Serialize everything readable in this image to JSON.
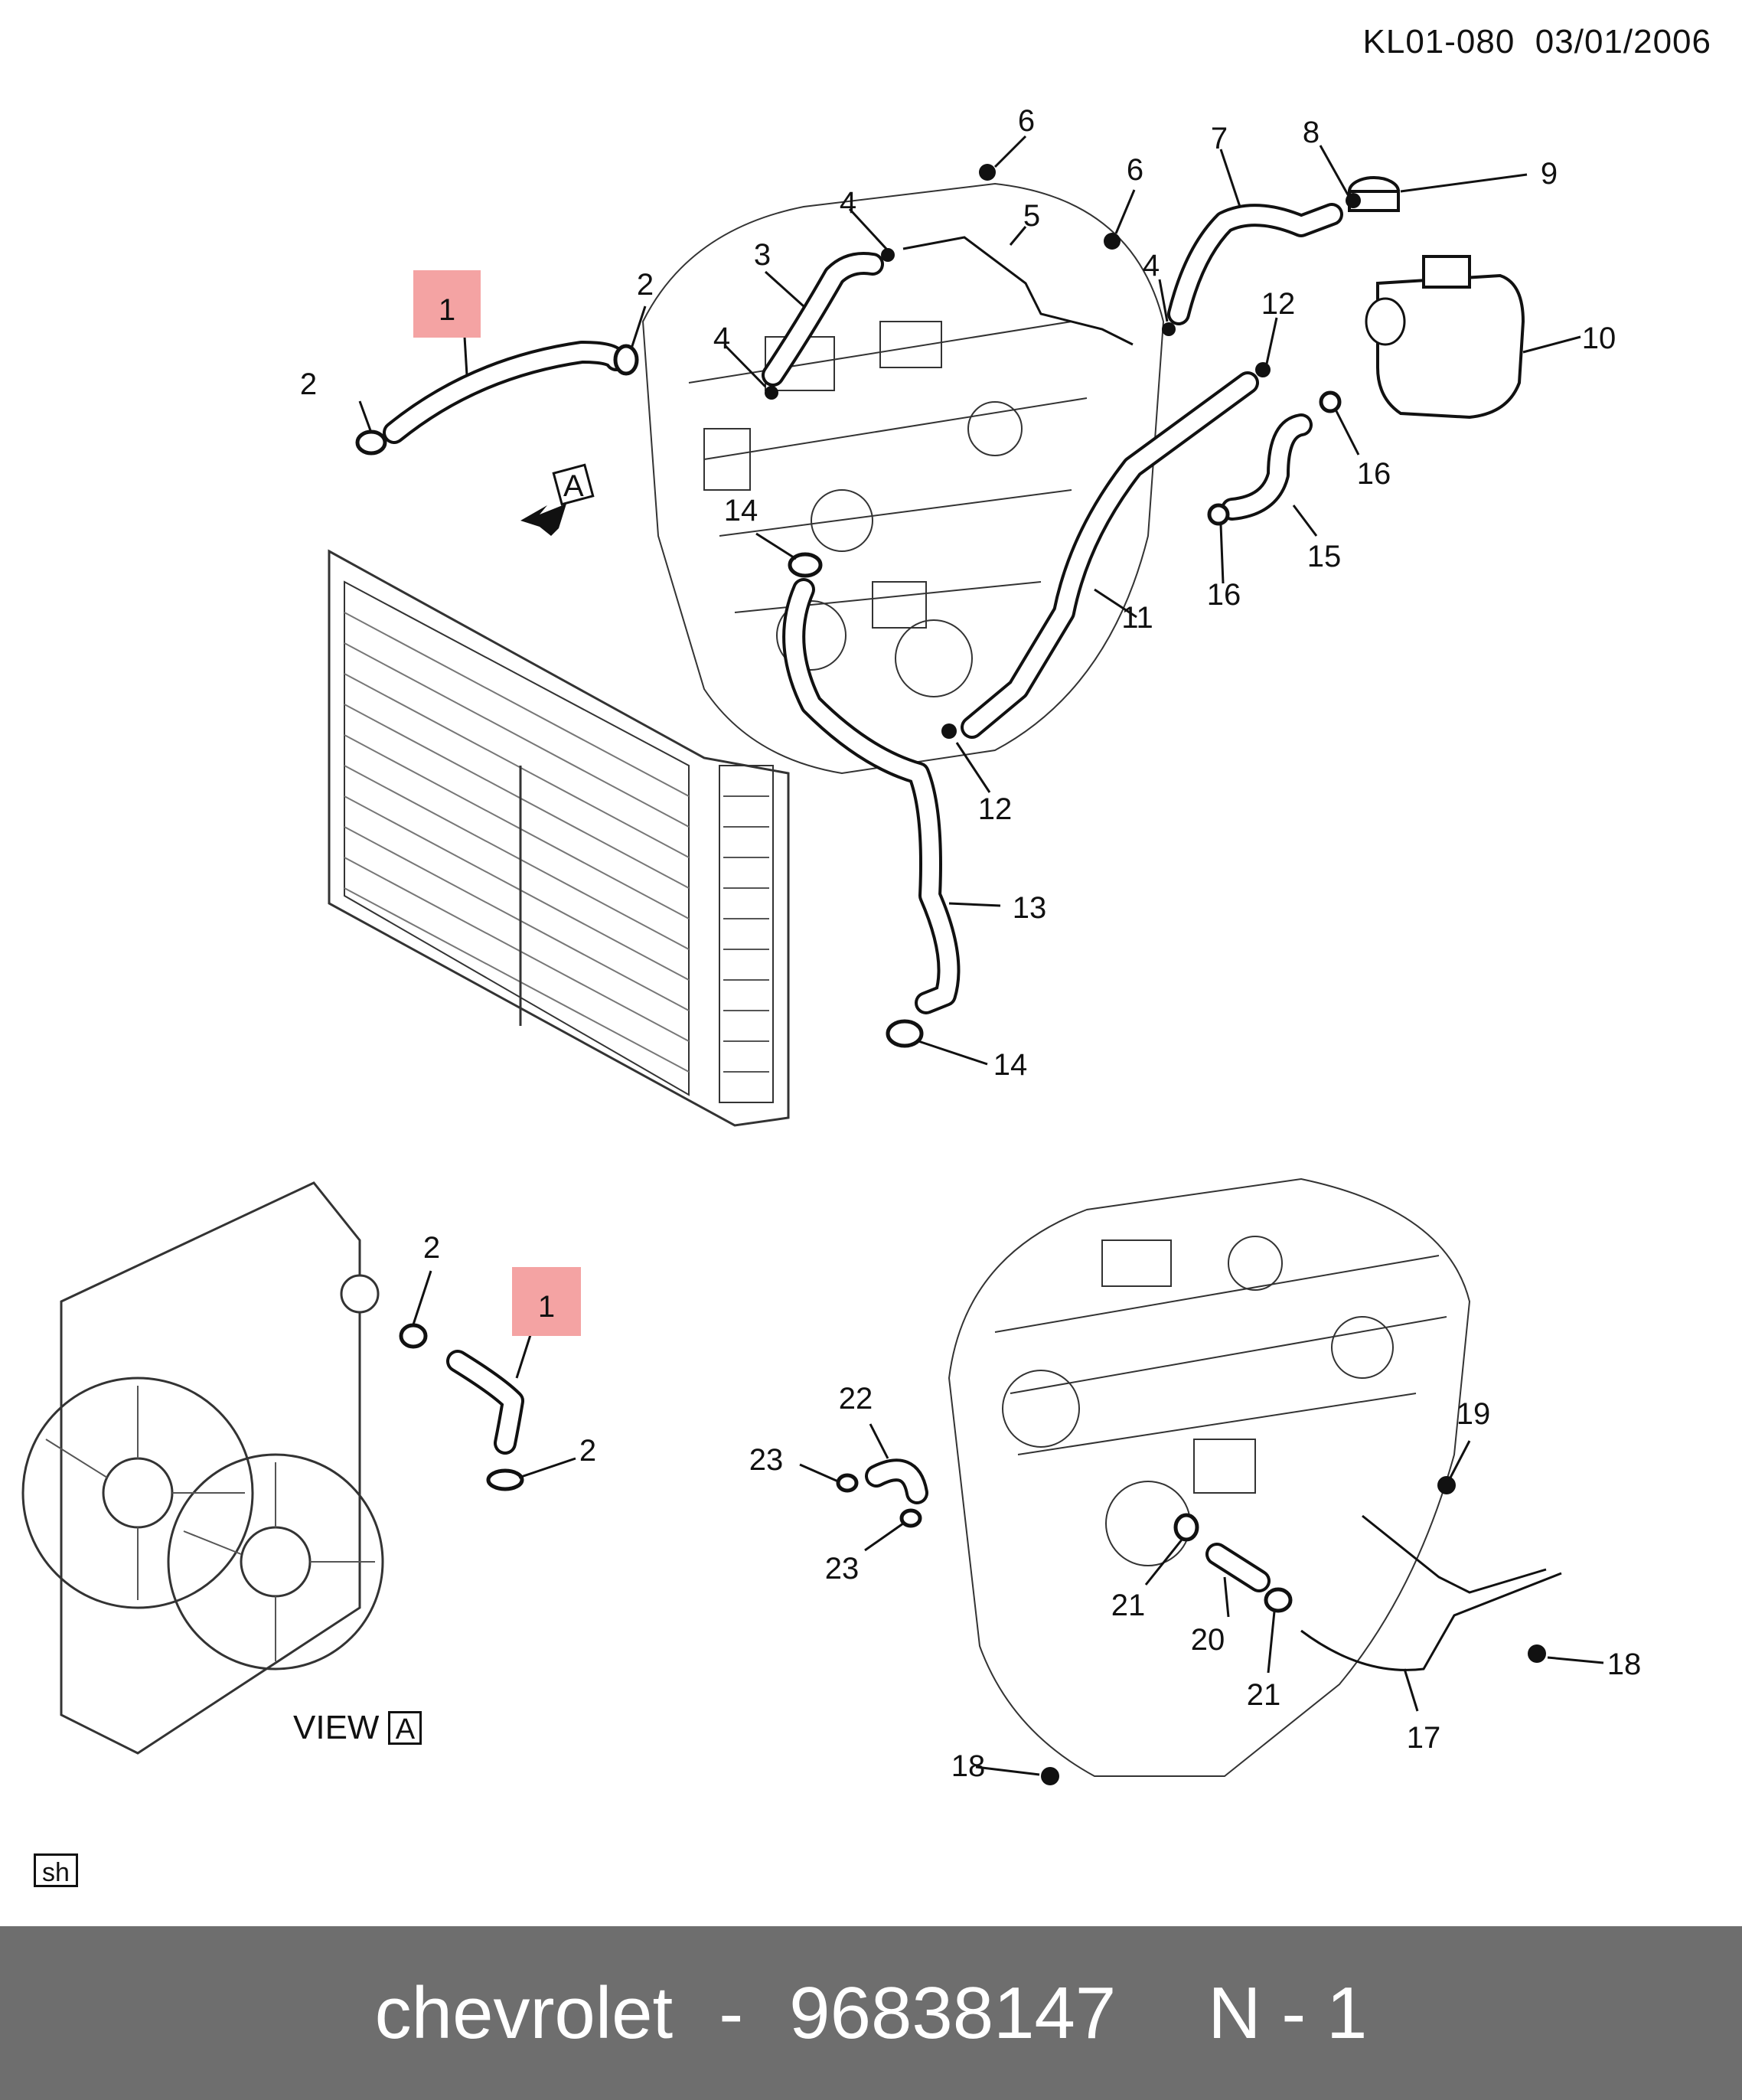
{
  "header": {
    "code": "KL01-080",
    "date": "03/01/2006"
  },
  "labels": {
    "p1a": "1",
    "p1b": "1",
    "p2a": "2",
    "p2b": "2",
    "p2c": "2",
    "p2d": "2",
    "p3": "3",
    "p4a": "4",
    "p4b": "4",
    "p4c": "4",
    "p5": "5",
    "p6a": "6",
    "p6b": "6",
    "p7": "7",
    "p8": "8",
    "p9": "9",
    "p10": "10",
    "p11": "11",
    "p12a": "12",
    "p12b": "12",
    "p13": "13",
    "p14a": "14",
    "p14b": "14",
    "p15": "15",
    "p16a": "16",
    "p16b": "16",
    "p17": "17",
    "p18a": "18",
    "p18b": "18",
    "p19": "19",
    "p20": "20",
    "p21a": "21",
    "p21b": "21",
    "p22": "22",
    "p23a": "23",
    "p23b": "23",
    "arrowA": "A"
  },
  "view": {
    "prefix": "VIEW",
    "letter": "A"
  },
  "stamp": "sh",
  "footer": {
    "brand": "chevrolet",
    "sep": "-",
    "part": "96838147",
    "qty": "N - 1"
  },
  "colors": {
    "highlight": "#f4a3a3",
    "footer_bg": "#6e6e6e"
  }
}
